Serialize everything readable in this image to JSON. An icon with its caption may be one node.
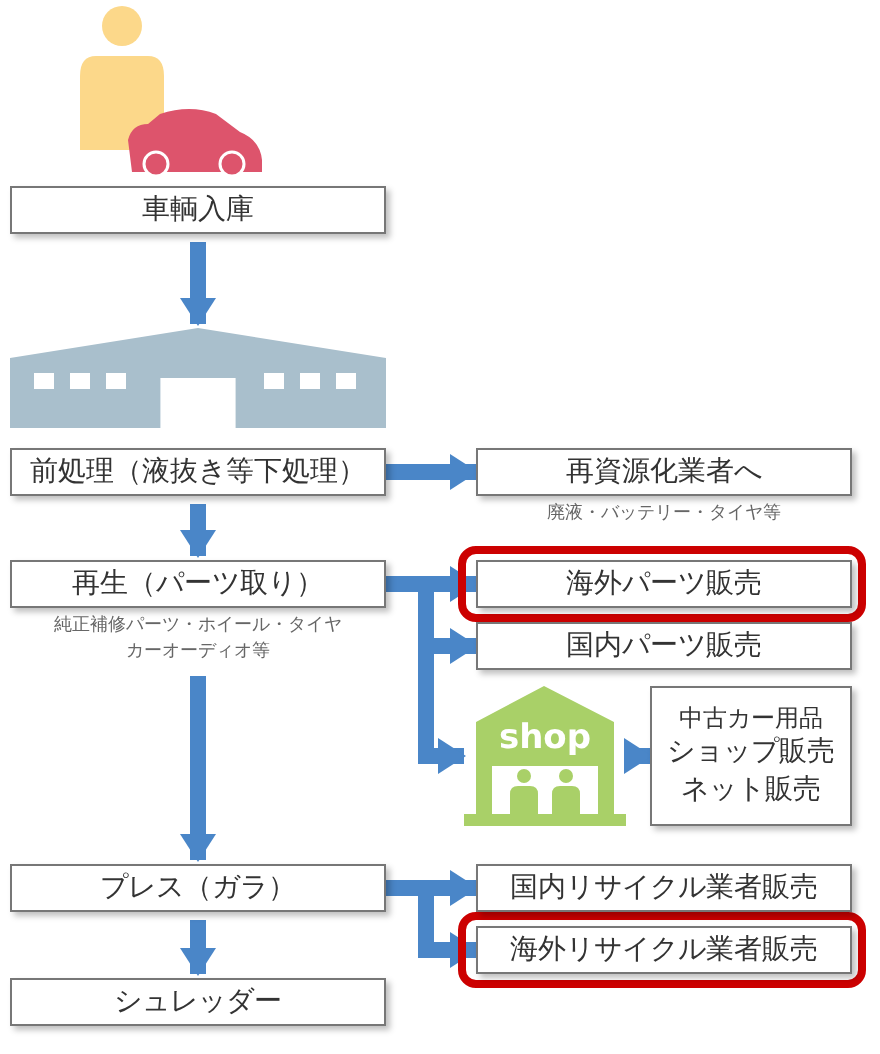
{
  "diagram": {
    "nodes": [
      {
        "text": [
          "車輌入庫"
        ]
      },
      {
        "text": [],
        "shape": "picture"
      },
      {
        "text": [
          "前処理（液抜き等下処理）"
        ]
      },
      {
        "text": [
          "再資源化業者へ"
        ],
        "beside": [
          "廃液・バッテリー・タイヤ等"
        ]
      },
      {
        "text": [
          "再生（パーツ取り）"
        ],
        "beside": [
          "純正補修パーツ・ホイール・タイヤカーオーディオ等"
        ]
      },
      {
        "text": [
          "海外パーツ販売"
        ]
      },
      {
        "text": [
          "国内パーツ販売"
        ]
      },
      {
        "text": [
          "shop"
        ]
      },
      {
        "text": [
          "中古カー用品",
          "ショップ販売",
          "ネット販売"
        ]
      },
      {
        "text": [
          "プレス（ガラ）"
        ]
      },
      {
        "text": [
          "国内リサイクル業者販売"
        ]
      },
      {
        "text": [
          "海外リサイクル業者販売"
        ]
      },
      {
        "text": [
          "シュレッダー"
        ]
      }
    ],
    "edges": [
      {
        "from": 0,
        "to": 1,
        "arrow": "to"
      },
      {
        "from": 2,
        "to": 3,
        "arrow": "to"
      },
      {
        "from": 2,
        "to": 4,
        "arrow": "to"
      },
      {
        "from": 4,
        "to": 5,
        "arrow": "to"
      },
      {
        "from": 4,
        "to": 6,
        "arrow": "to"
      },
      {
        "from": 4,
        "to": 7,
        "arrow": "to"
      },
      {
        "from": 7,
        "to": 8,
        "arrow": "to"
      },
      {
        "from": 4,
        "to": 9,
        "arrow": "to"
      },
      {
        "from": 9,
        "to": 10,
        "arrow": "to"
      },
      {
        "from": 9,
        "to": 11,
        "arrow": "to"
      },
      {
        "from": 9,
        "to": 12,
        "arrow": "to"
      }
    ]
  }
}
